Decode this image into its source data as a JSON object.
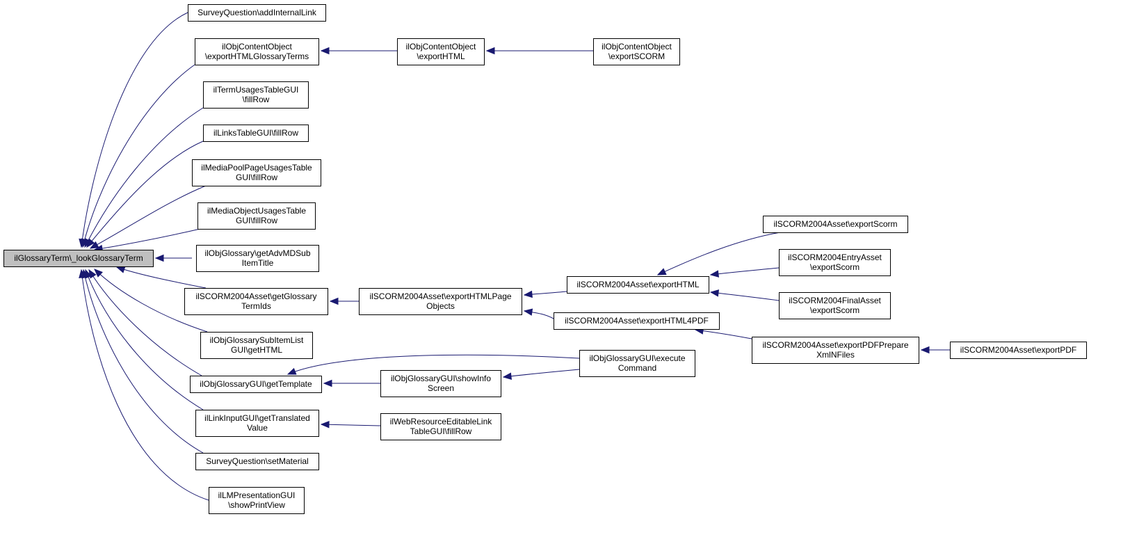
{
  "nodes": [
    {
      "id": "root",
      "lines": [
        "ilGlossaryTerm\\_lookGlossaryTerm"
      ],
      "focus": true
    },
    {
      "id": "n1",
      "lines": [
        "SurveyQuestion\\addInternalLink"
      ]
    },
    {
      "id": "n2",
      "lines": [
        "ilObjContentObject",
        "\\exportHTMLGlossaryTerms"
      ]
    },
    {
      "id": "n3",
      "lines": [
        "ilTermUsagesTableGUI",
        "\\fillRow"
      ]
    },
    {
      "id": "n4",
      "lines": [
        "ilLinksTableGUI\\fillRow"
      ]
    },
    {
      "id": "n5",
      "lines": [
        "ilMediaPoolPageUsagesTable",
        "GUI\\fillRow"
      ]
    },
    {
      "id": "n6",
      "lines": [
        "ilMediaObjectUsagesTable",
        "GUI\\fillRow"
      ]
    },
    {
      "id": "n7",
      "lines": [
        "ilObjGlossary\\getAdvMDSub",
        "ItemTitle"
      ]
    },
    {
      "id": "n8",
      "lines": [
        "ilSCORM2004Asset\\getGlossary",
        "TermIds"
      ]
    },
    {
      "id": "n9",
      "lines": [
        "ilObjGlossarySubItemList",
        "GUI\\getHTML"
      ]
    },
    {
      "id": "n10",
      "lines": [
        "ilObjGlossaryGUI\\getTemplate"
      ]
    },
    {
      "id": "n11",
      "lines": [
        "ilLinkInputGUI\\getTranslated",
        "Value"
      ]
    },
    {
      "id": "n12",
      "lines": [
        "SurveyQuestion\\setMaterial"
      ]
    },
    {
      "id": "n13",
      "lines": [
        "ilLMPresentationGUI",
        "\\showPrintView"
      ]
    },
    {
      "id": "n14",
      "lines": [
        "ilObjContentObject",
        "\\exportHTML"
      ]
    },
    {
      "id": "n15",
      "lines": [
        "ilObjContentObject",
        "\\exportSCORM"
      ]
    },
    {
      "id": "n16",
      "lines": [
        "ilSCORM2004Asset\\exportHTMLPage",
        "Objects"
      ]
    },
    {
      "id": "n17",
      "lines": [
        "ilSCORM2004Asset\\exportHTML"
      ]
    },
    {
      "id": "n18",
      "lines": [
        "ilSCORM2004Asset\\exportHTML4PDF"
      ]
    },
    {
      "id": "n19",
      "lines": [
        "ilSCORM2004Asset\\exportScorm"
      ]
    },
    {
      "id": "n20",
      "lines": [
        "ilSCORM2004EntryAsset",
        "\\exportScorm"
      ]
    },
    {
      "id": "n21",
      "lines": [
        "ilSCORM2004FinalAsset",
        "\\exportScorm"
      ]
    },
    {
      "id": "n22",
      "lines": [
        "ilSCORM2004Asset\\exportPDFPrepare",
        "XmlNFiles"
      ]
    },
    {
      "id": "n23",
      "lines": [
        "ilSCORM2004Asset\\exportPDF"
      ]
    },
    {
      "id": "n24",
      "lines": [
        "ilObjGlossaryGUI\\showInfo",
        "Screen"
      ]
    },
    {
      "id": "n25",
      "lines": [
        "ilObjGlossaryGUI\\execute",
        "Command"
      ]
    },
    {
      "id": "n26",
      "lines": [
        "ilWebResourceEditableLink",
        "TableGUI\\fillRow"
      ]
    }
  ],
  "edges": [
    {
      "from": "n1",
      "to": "root"
    },
    {
      "from": "n2",
      "to": "root"
    },
    {
      "from": "n3",
      "to": "root"
    },
    {
      "from": "n4",
      "to": "root"
    },
    {
      "from": "n5",
      "to": "root"
    },
    {
      "from": "n6",
      "to": "root"
    },
    {
      "from": "n7",
      "to": "root"
    },
    {
      "from": "n8",
      "to": "root"
    },
    {
      "from": "n9",
      "to": "root"
    },
    {
      "from": "n10",
      "to": "root"
    },
    {
      "from": "n11",
      "to": "root"
    },
    {
      "from": "n12",
      "to": "root"
    },
    {
      "from": "n13",
      "to": "root"
    },
    {
      "from": "n14",
      "to": "n2"
    },
    {
      "from": "n15",
      "to": "n14"
    },
    {
      "from": "n16",
      "to": "n8"
    },
    {
      "from": "n17",
      "to": "n16"
    },
    {
      "from": "n18",
      "to": "n16"
    },
    {
      "from": "n19",
      "to": "n17"
    },
    {
      "from": "n20",
      "to": "n17"
    },
    {
      "from": "n21",
      "to": "n17"
    },
    {
      "from": "n22",
      "to": "n18"
    },
    {
      "from": "n23",
      "to": "n22"
    },
    {
      "from": "n24",
      "to": "n10"
    },
    {
      "from": "n25",
      "to": "n10"
    },
    {
      "from": "n25",
      "to": "n24"
    },
    {
      "from": "n26",
      "to": "n11"
    }
  ],
  "colors": {
    "edge": "#191970",
    "focus_fill": "#bfbfbf",
    "node_fill": "#ffffff",
    "node_stroke": "#000000"
  }
}
